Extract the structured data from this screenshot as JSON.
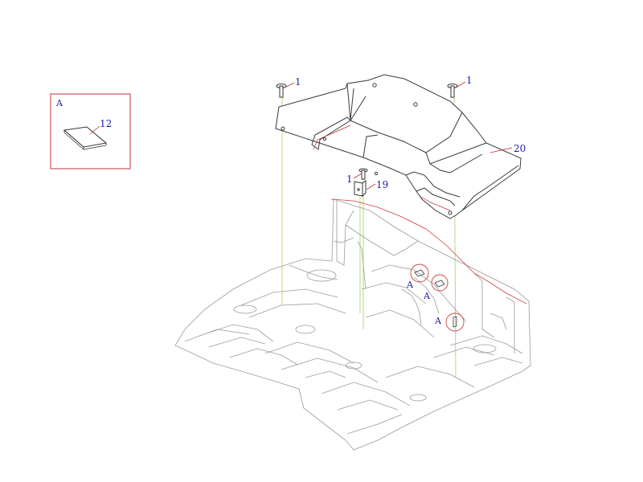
{
  "detail_box": {
    "title": "A",
    "part_label": "12"
  },
  "callouts": {
    "bolt_left": "1",
    "bolt_right": "1",
    "bolt_mid": "1",
    "bracket": "19",
    "cover": "20"
  },
  "detail_refs": [
    "A",
    "A",
    "A"
  ],
  "colors": {
    "line": "#3a3a3a",
    "floor": "#9a9a9a",
    "leader": "#c03030",
    "guide": "#a8d870",
    "text": "#1a1aa6",
    "detail_circle": "#d04040"
  }
}
